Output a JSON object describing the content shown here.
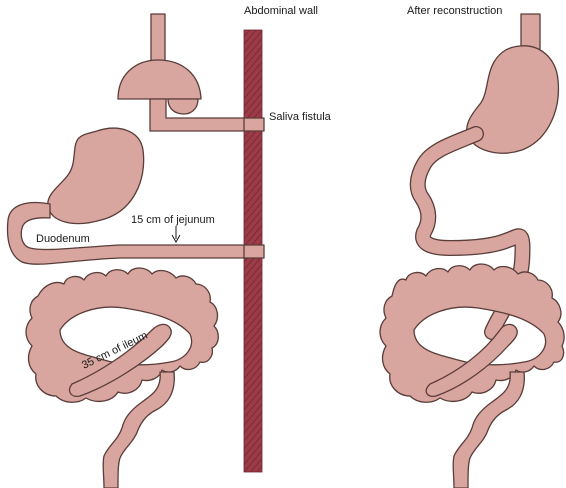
{
  "labels": {
    "abdominal_wall": "Abdominal wall",
    "after_reconstruction": "After reconstruction",
    "saliva_fistula": "Saliva fistula",
    "jejunum": "15 cm of jejunum",
    "duodenum": "Duodenum",
    "ileum": "35 cm of ileum"
  },
  "colors": {
    "organ_fill": "#d8a59f",
    "organ_fill_light": "#e2b6b0",
    "organ_outline": "#5a3d3a",
    "abdominal_wall": "#9c3b48",
    "abdominal_wall_hatch": "#6e2230",
    "background": "#ffffff",
    "text": "#1a1a1a"
  }
}
